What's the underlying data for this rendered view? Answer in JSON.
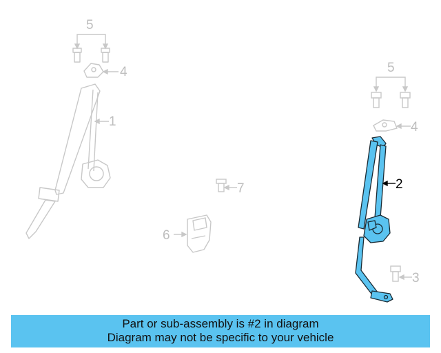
{
  "diagram": {
    "callouts": {
      "left_bolts": "5",
      "left_anchor": "4",
      "left_belt": "1",
      "right_bolts": "5",
      "right_anchor": "4",
      "highlighted_belt": "2",
      "small_bolt": "7",
      "buckle": "6",
      "lower_bolt": "3"
    },
    "colors": {
      "faded_part": "#c8c8c8",
      "highlight_fill": "#5ac3f0",
      "highlight_stroke": "#1a2a33",
      "banner": "#5ac3f0"
    },
    "highlighted_part": "2"
  },
  "banner": {
    "line1": "Part or sub-assembly is #2 in diagram",
    "line2": "Diagram may not be specific to your vehicle"
  }
}
